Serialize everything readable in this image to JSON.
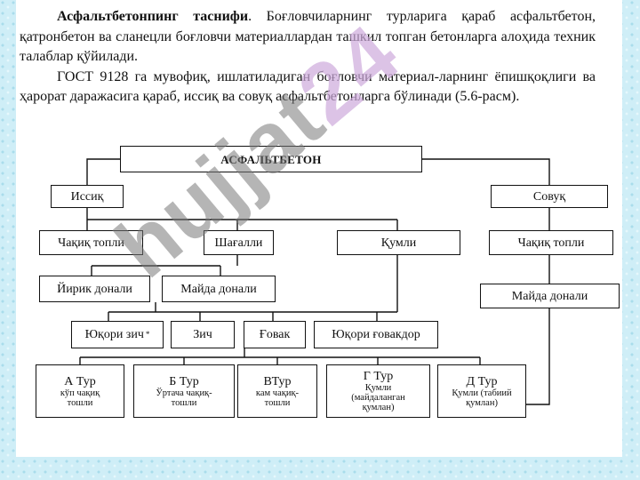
{
  "header": {
    "para1_bold": "Асфальтбетонпинг таснифи",
    "para1_rest": ". Боғловчиларнинг турларига қараб асфальтбетон, қатронбетон ва сланецли боғловчи материаллардан ташкил топган бетонларга алоҳида техник талаблар қўйилади.",
    "para2": "ГОСТ 9128 га мувофиқ, ишлатиладиган боғловчи материал-ларнинг ёпишқоқлиги ва ҳарорат даражасига қараб, иссиқ ва совуқ асфальтбетонларга бўлинади (5.6-расм)."
  },
  "diagram": {
    "root": "АСФАЛЬТБЕТОН",
    "hot": "Иссиқ",
    "cold": "Совуқ",
    "hot_crushed_sand": "Чақиқ топли",
    "gravel": "Шағалли",
    "sandy": "Қумли",
    "cold_crushed_sand": "Чақиқ топли",
    "coarse_grain": "Йирик донали",
    "fine_grain": "Майда донали",
    "cold_fine_grain": "Майда донали",
    "high_dense": "Юқори зич",
    "high_dense_mark": "*",
    "dense": "Зич",
    "porous": "Ғовак",
    "high_porous": "Юқори ғовакдор",
    "type_a": {
      "title": "А Тур",
      "line1": "кўп чақиқ",
      "line2": "тошли"
    },
    "type_b": {
      "title": "Б Тур",
      "line1": "Ўртача чақиқ-",
      "line2": "тошли"
    },
    "type_v": {
      "title": "ВТур",
      "line1": "кам чақиқ-",
      "line2": "тошли"
    },
    "type_g": {
      "title": "Г Тур",
      "line1": "Қумли",
      "line2": "(майдаланган",
      "line3": "қумлан)"
    },
    "type_d": {
      "title": "Д Тур",
      "line1": "Қумли (табиий",
      "line2": "қумлан)"
    }
  },
  "watermark": {
    "part1": "hujjat",
    "part2": "24"
  }
}
